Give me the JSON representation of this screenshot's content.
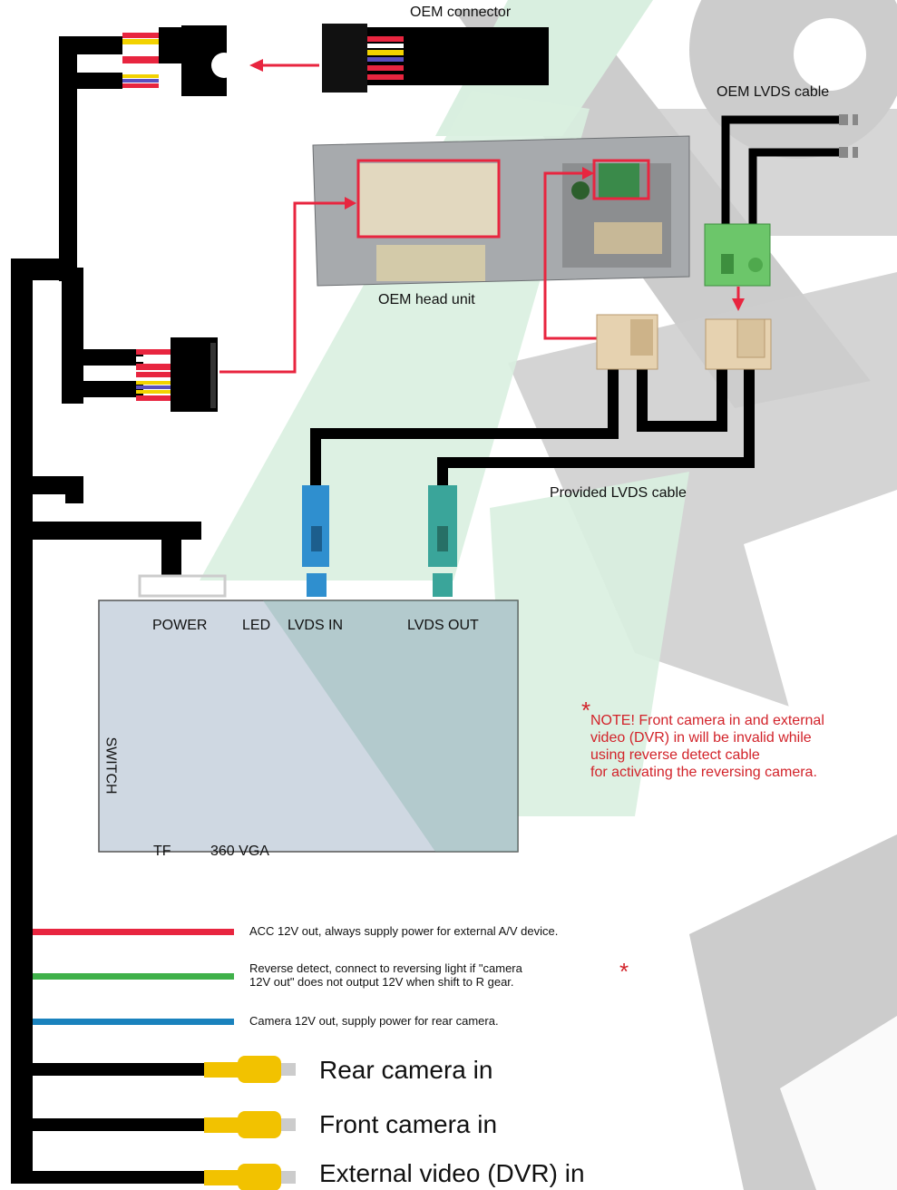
{
  "labels": {
    "oem_connector": "OEM connector",
    "oem_lvds_cable": "OEM LVDS cable",
    "oem_head_unit": "OEM head unit",
    "provided_lvds_cable": "Provided LVDS cable"
  },
  "box_ports": {
    "power": "POWER",
    "led": "LED",
    "lvds_in": "LVDS IN",
    "lvds_out": "LVDS OUT",
    "switch": "SWITCH",
    "tf": "TF",
    "vga": "360 VGA"
  },
  "note": {
    "star": "*",
    "lines": [
      "NOTE! Front camera in and external",
      "video (DVR) in will be invalid while",
      "using reverse detect cable",
      "for activating the reversing camera."
    ]
  },
  "legend": [
    {
      "color": "#e8253f",
      "text": "ACC 12V out, always supply power for external A/V device."
    },
    {
      "color": "#3fb14a",
      "text_line1": "Reverse detect, connect to reversing light if \"camera",
      "text_line2": "12V out\" does not output 12V when shift to R gear.",
      "star": "*"
    },
    {
      "color": "#1a82bd",
      "text": "Camera 12V out, supply power for rear camera."
    }
  ],
  "rca_inputs": [
    {
      "label": "Rear camera in"
    },
    {
      "label": "Front camera in"
    },
    {
      "label": "External video (DVR) in"
    }
  ],
  "colors": {
    "wire": "#000000",
    "arrow": "#e8253f",
    "box_fill": "#cfd8e2",
    "note_red": "#d2232a",
    "rca_yellow": "#f2c200",
    "lvds_blue": "#2f8fcf",
    "lvds_teal": "#3aa59a",
    "connector_green": "#6cc66a",
    "connector_tan": "#e6d2b0"
  }
}
